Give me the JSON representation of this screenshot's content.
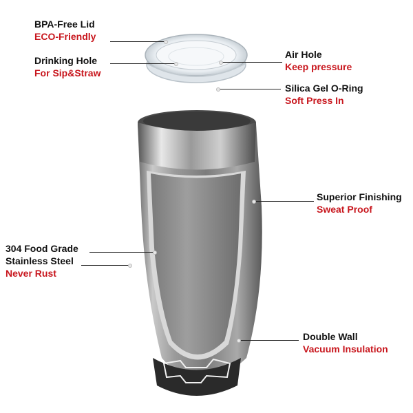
{
  "callouts": {
    "lid": {
      "title": "BPA-Free Lid",
      "sub": "ECO-Friendly"
    },
    "drinking_hole": {
      "title": "Drinking Hole",
      "sub": "For Sip&Straw"
    },
    "air_hole": {
      "title": "Air Hole",
      "sub": "Keep pressure"
    },
    "o_ring": {
      "title": "Silica Gel O-Ring",
      "sub": "Soft Press In"
    },
    "finishing": {
      "title": "Superior Finishing",
      "sub": "Sweat Proof"
    },
    "steel": {
      "title1": "304 Food Grade",
      "title2": "Stainless Steel",
      "sub": "Never Rust"
    },
    "wall": {
      "title": "Double Wall",
      "sub": "Vacuum Insulation"
    }
  },
  "colors": {
    "title": "#111111",
    "subtitle": "#c8161d",
    "steel": "#8e8e8e"
  }
}
